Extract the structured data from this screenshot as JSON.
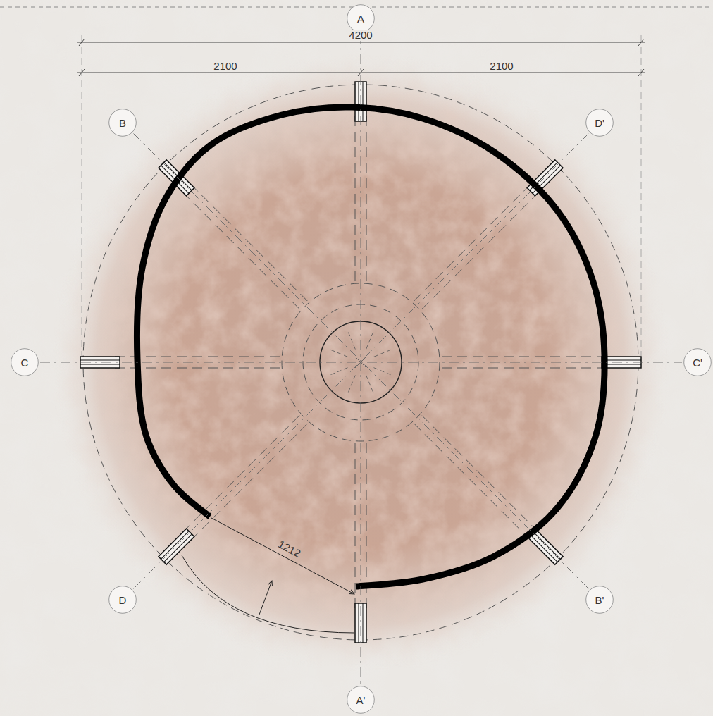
{
  "diagram": {
    "nodes": [
      {
        "text": [
          "A"
        ]
      },
      {
        "text": [
          "B"
        ]
      },
      {
        "text": [
          "D'"
        ]
      },
      {
        "text": [
          "C"
        ]
      },
      {
        "text": [
          "C'"
        ]
      },
      {
        "text": [
          "D"
        ]
      },
      {
        "text": [
          "B'"
        ]
      },
      {
        "text": [
          "A'"
        ]
      }
    ],
    "edges": [
      {
        "from": 0,
        "to": 7,
        "arrow": "none"
      },
      {
        "from": 1,
        "to": 6,
        "arrow": "none"
      },
      {
        "from": 3,
        "to": 4,
        "arrow": "none"
      },
      {
        "from": 5,
        "to": 2,
        "arrow": "none"
      }
    ],
    "labels": [
      "4200",
      "2100",
      "2100",
      "1212"
    ]
  }
}
